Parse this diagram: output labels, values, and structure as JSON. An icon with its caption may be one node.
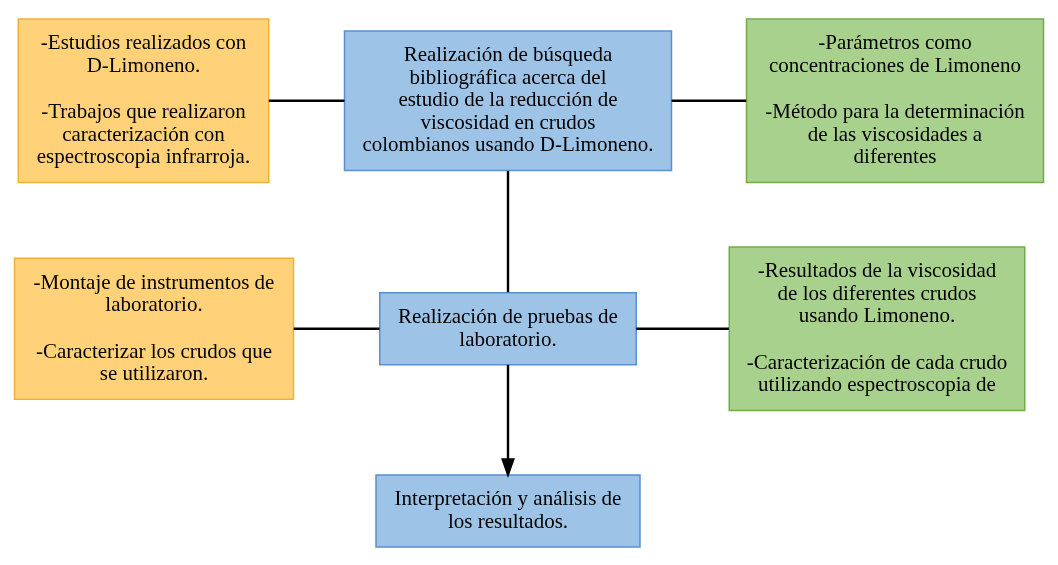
{
  "diagram": {
    "nodes": [
      {
        "text": [
          "-Estudios realizados con D-Limoneno.",
          "-Trabajos que realizaron caracterización con espectroscopia infrarroja."
        ]
      },
      {
        "text": [
          "Realización de búsqueda bibliográfica acerca del estudio de la reducción de viscosidad en crudos colombianos usando D-Limoneno."
        ]
      },
      {
        "text": [
          "-Parámetros como concentraciones de Limoneno",
          "-Método para la determinación de las viscosidades a diferentes"
        ]
      },
      {
        "text": [
          "-Montaje de instrumentos de laboratorio.",
          "-Caracterizar los crudos que se utilizaron."
        ]
      },
      {
        "text": [
          "Realización de pruebas de laboratorio."
        ]
      },
      {
        "text": [
          "-Resultados de la viscosidad de los diferentes crudos usando Limoneno.",
          "-Caracterización de cada crudo utilizando espectroscopia de"
        ]
      },
      {
        "text": [
          "Interpretación y análisis de los resultados."
        ]
      }
    ],
    "edges": [
      {
        "from": 0,
        "to": 1,
        "arrow": "none"
      },
      {
        "from": 1,
        "to": 2,
        "arrow": "none"
      },
      {
        "from": 1,
        "to": 4,
        "arrow": "none"
      },
      {
        "from": 3,
        "to": 4,
        "arrow": "none"
      },
      {
        "from": 4,
        "to": 5,
        "arrow": "none"
      },
      {
        "from": 4,
        "to": 6,
        "arrow": "to"
      }
    ]
  }
}
